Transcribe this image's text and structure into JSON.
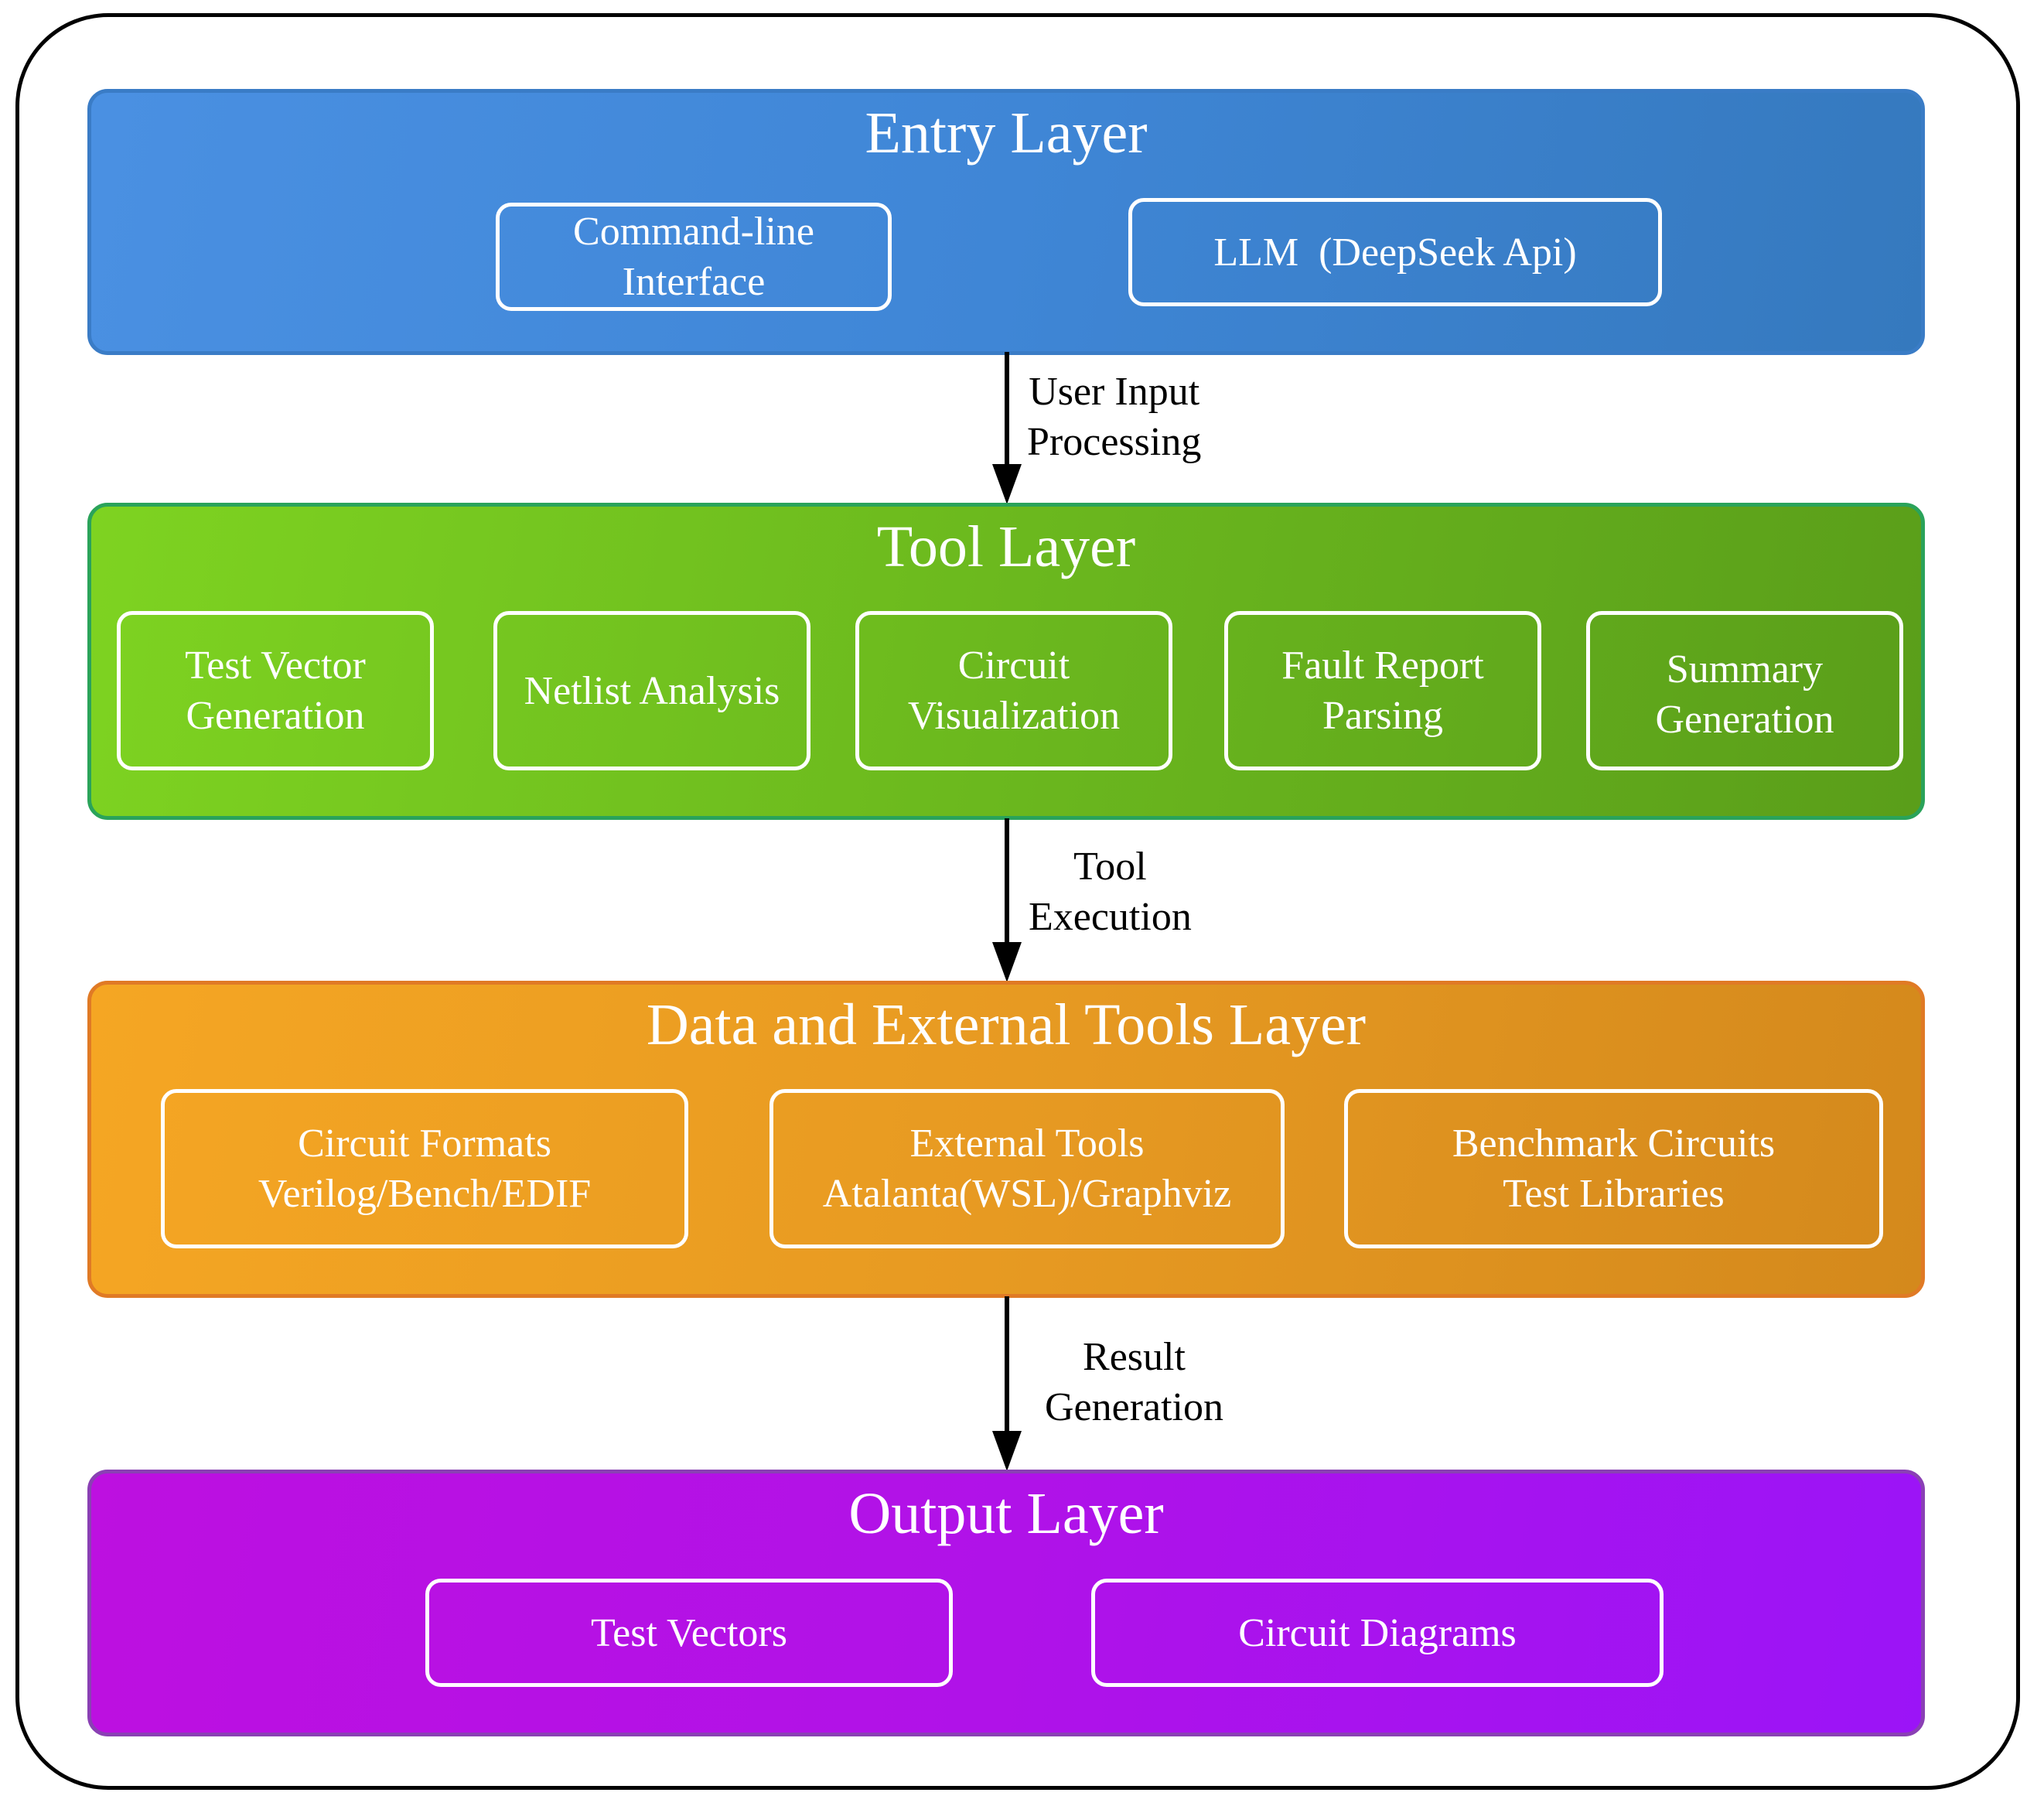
{
  "layers": [
    {
      "title": "Entry Layer",
      "boxes": [
        {
          "lines": [
            "Command-line",
            "Interface"
          ]
        },
        {
          "lines": [
            "LLM  (DeepSeek Api)"
          ]
        }
      ]
    },
    {
      "title": "Tool Layer",
      "boxes": [
        {
          "lines": [
            "Test Vector",
            "Generation"
          ]
        },
        {
          "lines": [
            "Netlist Analysis"
          ]
        },
        {
          "lines": [
            "Circuit",
            "Visualization"
          ]
        },
        {
          "lines": [
            "Fault Report",
            "Parsing"
          ]
        },
        {
          "lines": [
            "Summary",
            "Generation"
          ]
        }
      ]
    },
    {
      "title": "Data and External Tools Layer",
      "boxes": [
        {
          "lines": [
            "Circuit Formats",
            "Verilog/Bench/EDIF"
          ]
        },
        {
          "lines": [
            "External Tools",
            "Atalanta(WSL)/Graphviz"
          ]
        },
        {
          "lines": [
            "Benchmark Circuits",
            "Test Libraries"
          ]
        }
      ]
    },
    {
      "title": "Output Layer",
      "boxes": [
        {
          "lines": [
            "Test Vectors"
          ]
        },
        {
          "lines": [
            "Circuit Diagrams"
          ]
        }
      ]
    }
  ],
  "edges": [
    {
      "from": "Entry Layer",
      "to": "Tool Layer",
      "lines": [
        "User Input",
        "Processing"
      ]
    },
    {
      "from": "Tool Layer",
      "to": "Data and External Tools Layer",
      "lines": [
        "Tool",
        "Execution"
      ]
    },
    {
      "from": "Data and External Tools Layer",
      "to": "Output Layer",
      "lines": [
        "Result",
        "Generation"
      ]
    }
  ],
  "colors": {
    "entry": "#4a90e2",
    "tool": "#7ed321",
    "data": "#f5a623",
    "output": "#bd10e0"
  }
}
